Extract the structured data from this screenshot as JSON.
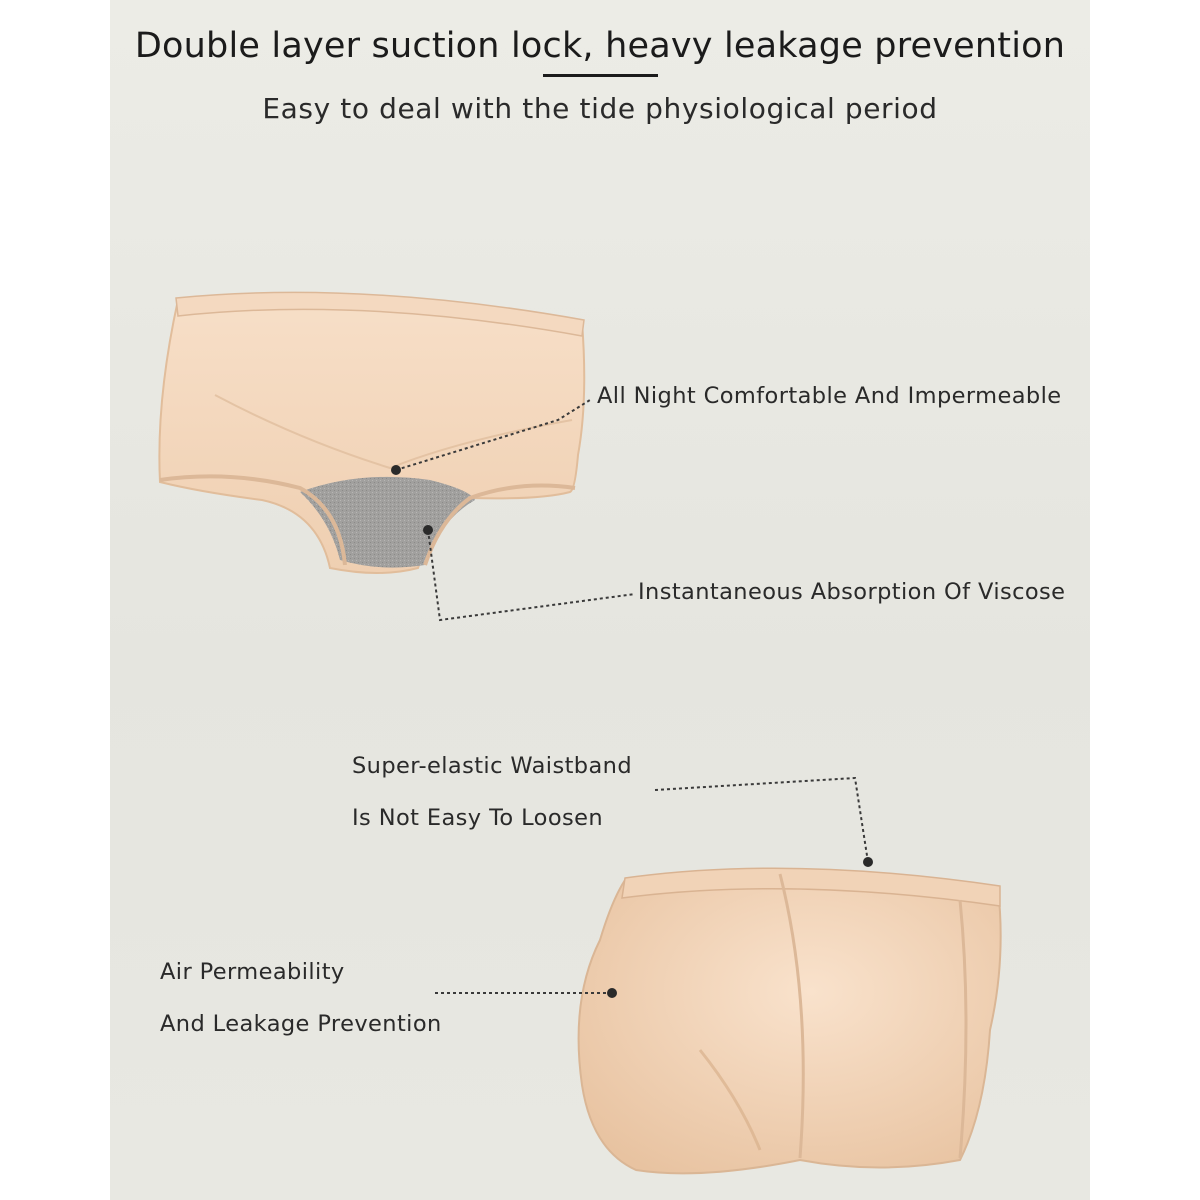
{
  "headline": "Double layer suction lock, heavy leakage prevention",
  "subheadline": "Easy to deal with the tide physiological period",
  "callouts": {
    "night_comfortable": "All Night Comfortable And Impermeable",
    "absorption": "Instantaneous Absorption Of Viscose",
    "waistband_line1": "Super-elastic Waistband",
    "waistband_line2": "Is Not Easy To Loosen",
    "air_line1": "Air Permeability",
    "air_line2": "And Leakage Prevention"
  },
  "colors": {
    "background": "#e8e8e2",
    "fabric": "#f3d6bc",
    "fabric_shadow": "#dcb898",
    "lining": "#9c9c9c",
    "text": "#1b1b1b"
  }
}
